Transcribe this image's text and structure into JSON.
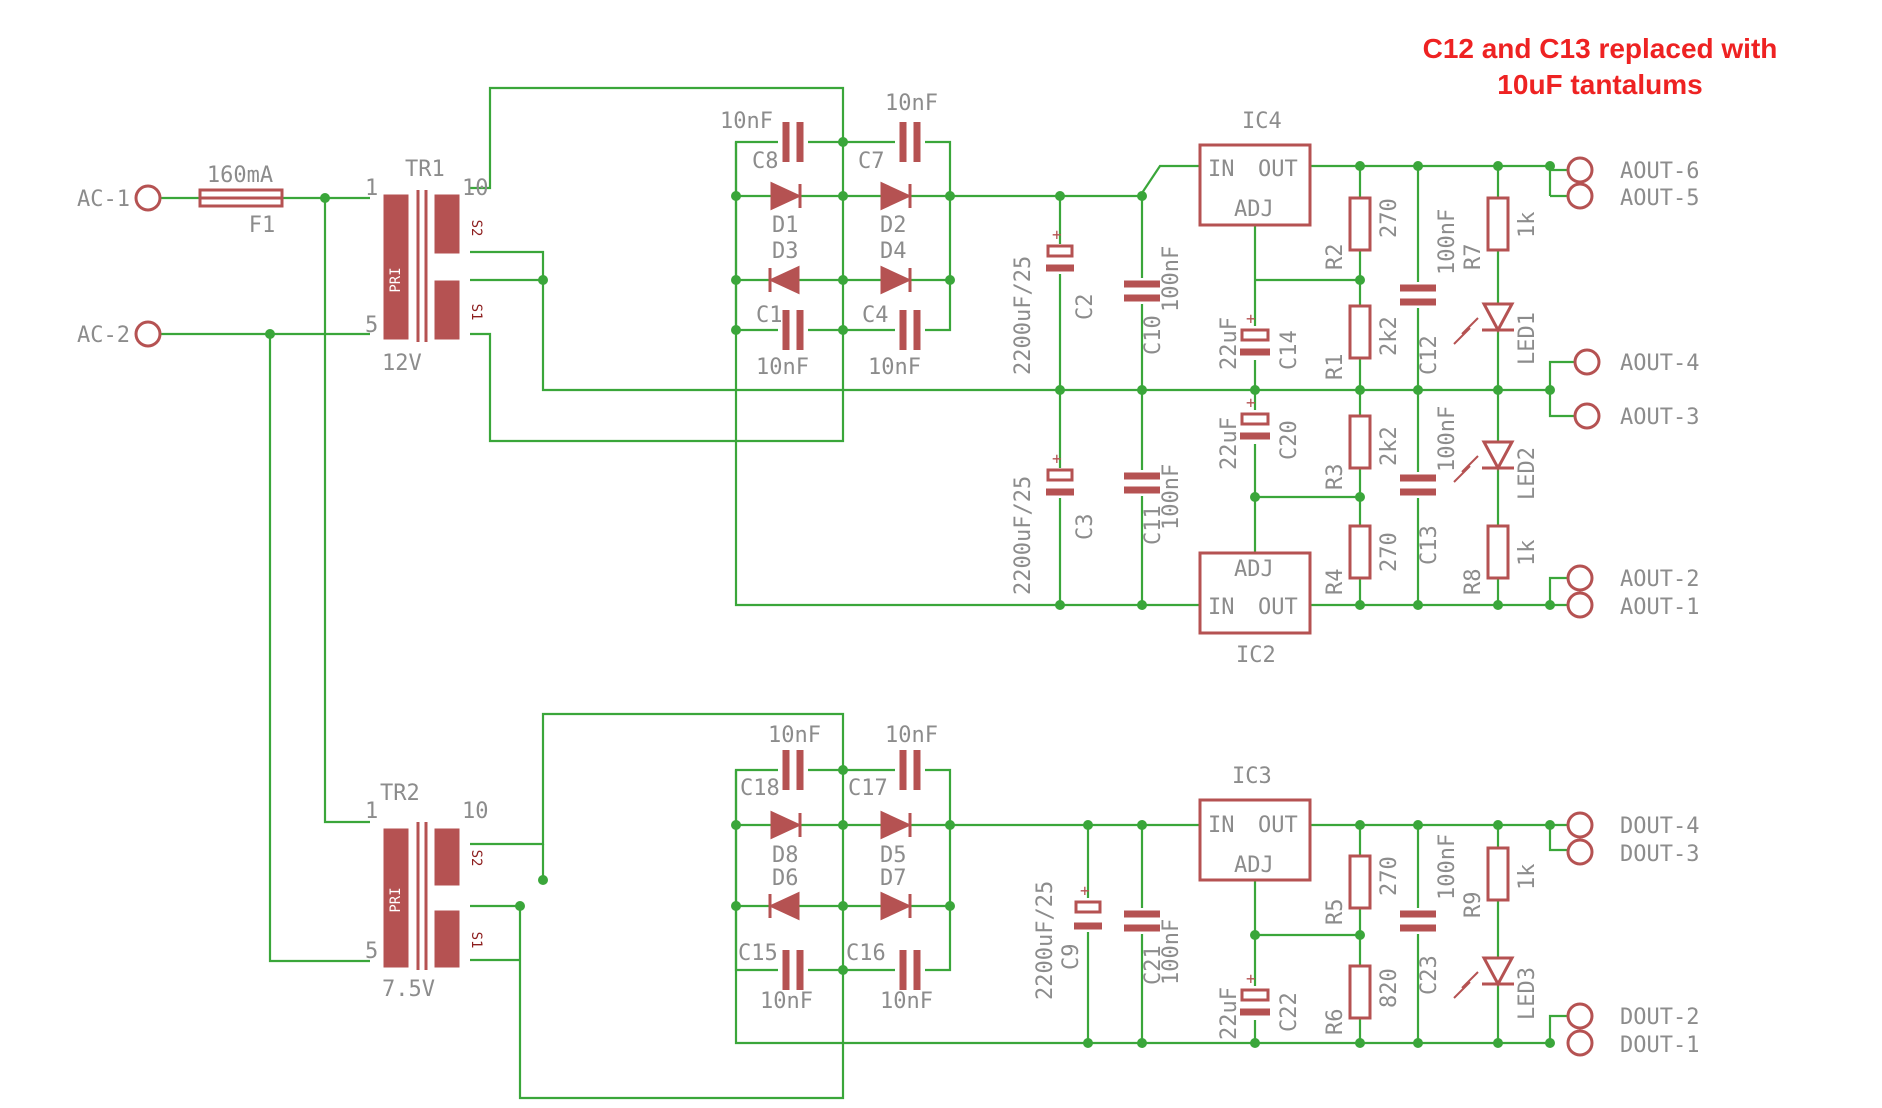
{
  "note": {
    "line1": "C12 and C13 replaced with",
    "line2": "10uF tantalums"
  },
  "terminals": {
    "ac1": "AC-1",
    "ac2": "AC-2",
    "aout6": "AOUT-6",
    "aout5": "AOUT-5",
    "aout4": "AOUT-4",
    "aout3": "AOUT-3",
    "aout2": "AOUT-2",
    "aout1": "AOUT-1",
    "dout4": "DOUT-4",
    "dout3": "DOUT-3",
    "dout2": "DOUT-2",
    "dout1": "DOUT-1"
  },
  "fuse": {
    "name": "F1",
    "value": "160mA"
  },
  "tr1": {
    "name": "TR1",
    "voltage": "12V",
    "pri": "PRI",
    "s1": "S1",
    "s2": "S2",
    "pin1": "1",
    "pin5": "5",
    "pin10": "10"
  },
  "tr2": {
    "name": "TR2",
    "voltage": "7.5V",
    "pri": "PRI",
    "s1": "S1",
    "s2": "S2",
    "pin1": "1",
    "pin5": "5",
    "pin10": "10"
  },
  "caps": {
    "c1": {
      "name": "C1",
      "value": "10nF"
    },
    "c4": {
      "name": "C4",
      "value": "10nF"
    },
    "c7": {
      "name": "C7",
      "value": "10nF"
    },
    "c8": {
      "name": "C8",
      "value": "10nF"
    },
    "c2": {
      "name": "C2",
      "value": "2200uF/25"
    },
    "c3": {
      "name": "C3",
      "value": "2200uF/25"
    },
    "c10": {
      "name": "C10",
      "value": "100nF"
    },
    "c11": {
      "name": "C11",
      "value": "100nF"
    },
    "c14": {
      "name": "C14",
      "value": "22uF"
    },
    "c20": {
      "name": "C20",
      "value": "22uF"
    },
    "c12": {
      "name": "C12",
      "value": "100nF"
    },
    "c13": {
      "name": "C13",
      "value": "100nF"
    },
    "c15": {
      "name": "C15",
      "value": "10nF"
    },
    "c16": {
      "name": "C16",
      "value": "10nF"
    },
    "c17": {
      "name": "C17",
      "value": "10nF"
    },
    "c18": {
      "name": "C18",
      "value": "10nF"
    },
    "c9": {
      "name": "C9",
      "value": "2200uF/25"
    },
    "c21": {
      "name": "C21",
      "value": "100nF"
    },
    "c22": {
      "name": "C22",
      "value": "22uF"
    },
    "c23": {
      "name": "C23",
      "value": "100nF"
    }
  },
  "diodes": {
    "d1": "D1",
    "d2": "D2",
    "d3": "D3",
    "d4": "D4",
    "d5": "D5",
    "d6": "D6",
    "d7": "D7",
    "d8": "D8"
  },
  "resistors": {
    "r1": {
      "name": "R1",
      "value": "2k2"
    },
    "r2": {
      "name": "R2",
      "value": "270"
    },
    "r3": {
      "name": "R3",
      "value": "2k2"
    },
    "r4": {
      "name": "R4",
      "value": "270"
    },
    "r5": {
      "name": "R5",
      "value": "270"
    },
    "r6": {
      "name": "R6",
      "value": "820"
    },
    "r7": {
      "name": "R7",
      "value": "1k"
    },
    "r8": {
      "name": "R8",
      "value": "1k"
    },
    "r9": {
      "name": "R9",
      "value": "1k"
    }
  },
  "leds": {
    "led1": "LED1",
    "led2": "LED2",
    "led3": "LED3"
  },
  "ics": {
    "ic4": {
      "name": "IC4",
      "in": "IN",
      "out": "OUT",
      "adj": "ADJ"
    },
    "ic2": {
      "name": "IC2",
      "in": "IN",
      "out": "OUT",
      "adj": "ADJ"
    },
    "ic3": {
      "name": "IC3",
      "in": "IN",
      "out": "OUT",
      "adj": "ADJ"
    }
  }
}
